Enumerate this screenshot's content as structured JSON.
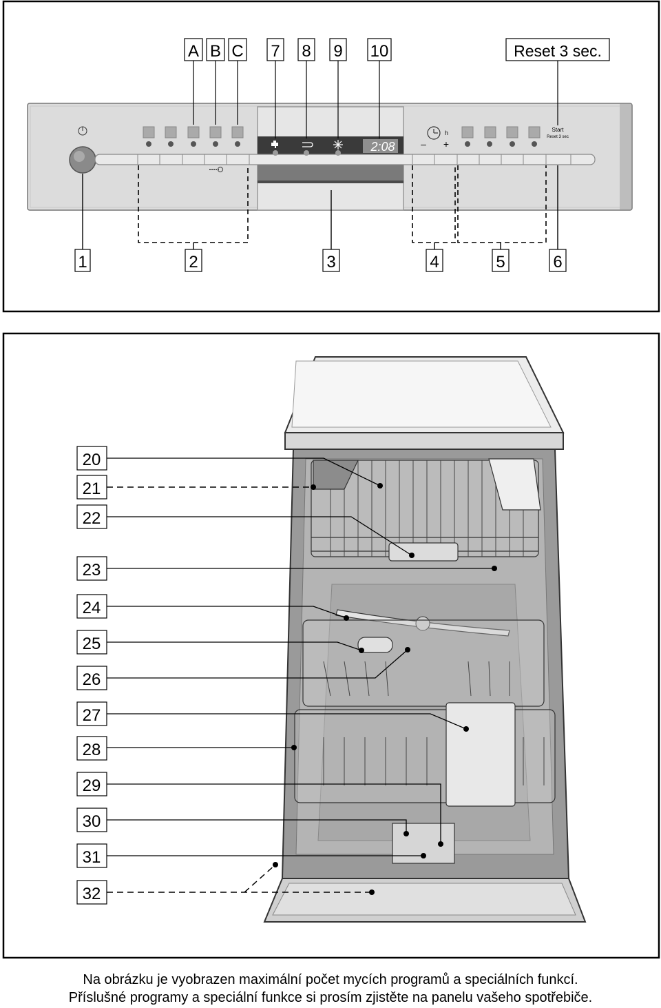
{
  "control_panel": {
    "top_callouts": [
      {
        "id": "A",
        "text": "A"
      },
      {
        "id": "B",
        "text": "B"
      },
      {
        "id": "C",
        "text": "C"
      },
      {
        "id": "7",
        "text": "7"
      },
      {
        "id": "8",
        "text": "8"
      },
      {
        "id": "9",
        "text": "9"
      },
      {
        "id": "10",
        "text": "10"
      }
    ],
    "reset_label": "Reset 3 sec.",
    "bottom_callouts": [
      {
        "id": "1",
        "text": "1"
      },
      {
        "id": "2",
        "text": "2"
      },
      {
        "id": "3",
        "text": "3"
      },
      {
        "id": "4",
        "text": "4"
      },
      {
        "id": "5",
        "text": "5"
      },
      {
        "id": "6",
        "text": "6"
      }
    ],
    "display_time": "2:08",
    "timer_unit": "h",
    "minus": "–",
    "plus": "+",
    "start_label": "Start",
    "start_sub": "Reset 3 sec",
    "icons": [
      "power-icon",
      "tap-icon",
      "rinse-aid-icon",
      "salt-star-icon",
      "clock-icon",
      "key-icon"
    ]
  },
  "dishwasher": {
    "callouts": [
      "20",
      "21",
      "22",
      "23",
      "24",
      "25",
      "26",
      "27",
      "28",
      "29",
      "30",
      "31",
      "32"
    ]
  },
  "caption": {
    "line1": "Na obrázku je vyobrazen maximální počet mycích programů a speciálních funkcí.",
    "line2": "Příslušné programy a speciální funkce si prosím zjistěte na panelu vašeho spotřebiče."
  }
}
